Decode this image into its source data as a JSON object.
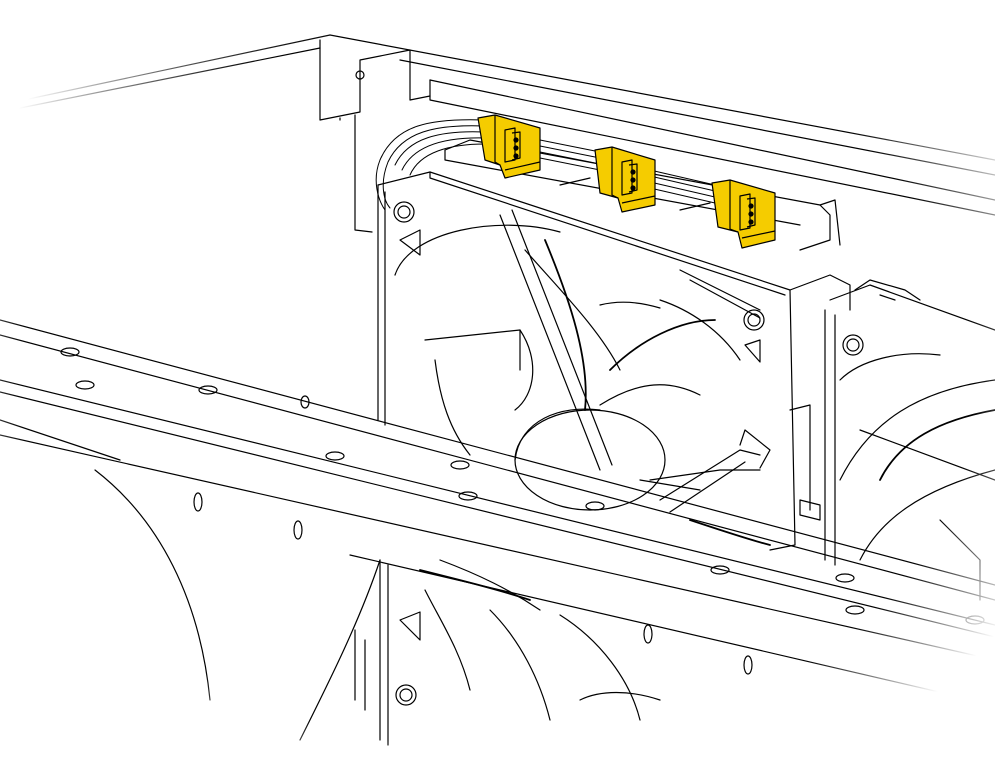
{
  "illustration": {
    "subject": "fan-tray-cable-connectors",
    "connector_color": "#F5CC00",
    "connector_outline": "#000000",
    "line_color": "#000000",
    "background": "#FFFFFF",
    "connector_count": 3,
    "fan_count": 3
  }
}
